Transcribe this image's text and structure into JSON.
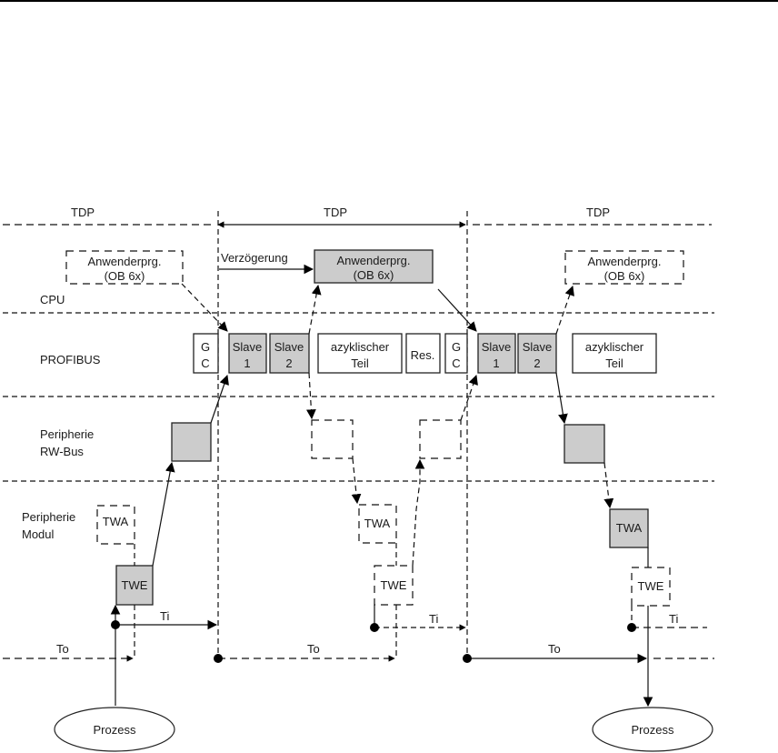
{
  "diagram": {
    "tdp_labels": [
      "TDP",
      "TDP",
      "TDP"
    ],
    "lanes": {
      "cpu": "CPU",
      "profibus": "PROFIBUS",
      "rw_bus_line1": "Peripherie",
      "rw_bus_line2": "RW-Bus",
      "modul_line1": "Peripherie",
      "modul_line2": "Modul"
    },
    "cpu": {
      "delay": "Verzögerung",
      "program_line1": "Anwenderprg.",
      "program_line2": "(OB 6x)"
    },
    "profibus": {
      "gc_line1": "G",
      "gc_line2": "C",
      "slave1_line1": "Slave",
      "slave1_line2": "1",
      "slave2_line1": "Slave",
      "slave2_line2": "2",
      "acyclic_line1": "azyklischer",
      "acyclic_line2": "Teil",
      "reserve": "Res."
    },
    "modul": {
      "twa": "TWA",
      "twe": "TWE"
    },
    "timing": {
      "ti": "Ti",
      "to": "To"
    },
    "process": "Prozess"
  }
}
